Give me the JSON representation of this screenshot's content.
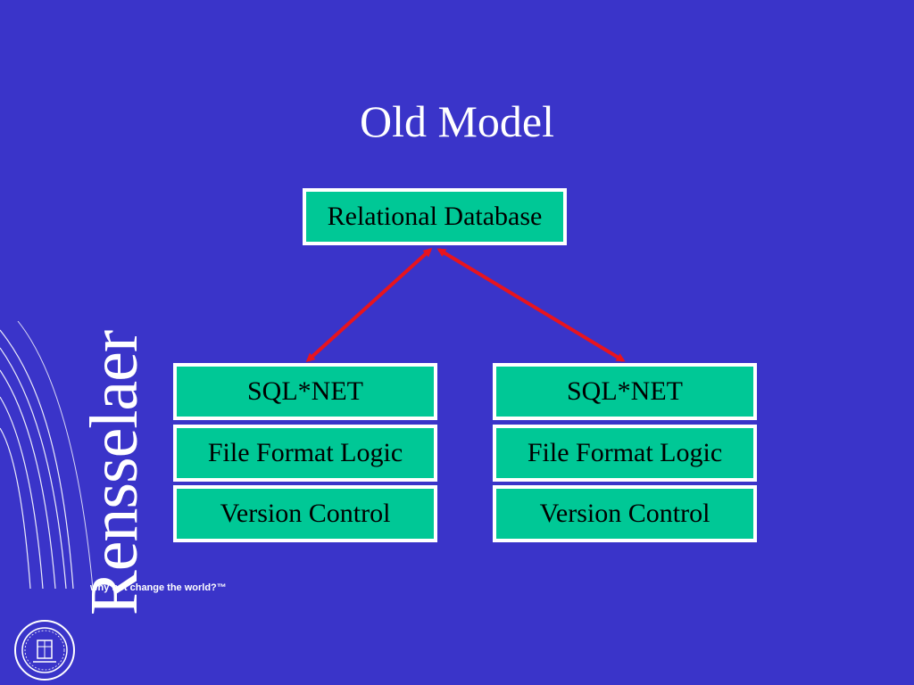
{
  "slide": {
    "title": "Old Model"
  },
  "diagram": {
    "top_box": "Relational Database",
    "left_stack": [
      "SQL*NET",
      "File Format Logic",
      "Version Control"
    ],
    "right_stack": [
      "SQL*NET",
      "File Format Logic",
      "Version Control"
    ],
    "arrow_color": "#e8141e",
    "box_color": "#00c896",
    "border_color": "#ffffff"
  },
  "branding": {
    "logo_text": "Rensselaer",
    "tagline": "why not change the world?™",
    "logo_icon": "rensselaer-seal-icon",
    "background_color": "#3a34c9"
  }
}
